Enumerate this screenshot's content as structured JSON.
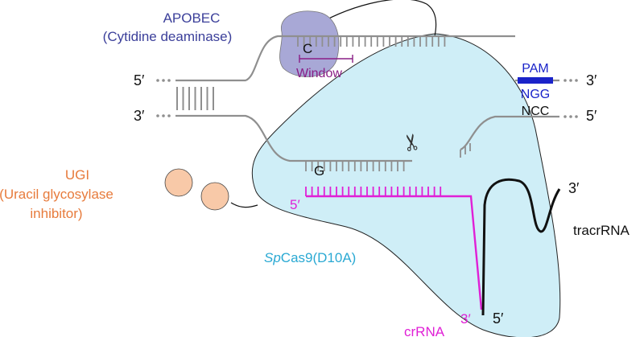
{
  "labels": {
    "apobec_line1": "APOBEC",
    "apobec_line2": "(Cytidine deaminase)",
    "base_c": "C",
    "window": "Window",
    "ugi_line1": "UGI",
    "ugi_line2": "(Uracil glycosylase",
    "ugi_line3": "inhibitor)",
    "base_g": "G",
    "pam": "PAM",
    "ngg": "NGG",
    "ncc": "NCC",
    "five_prime_top_left": "5′",
    "three_prime_bottom_left": "3′",
    "three_prime_top_right": "3′",
    "five_prime_bottom_right": "5′",
    "crrna_five_prime": "5′",
    "crrna_three_prime": "3′",
    "tracr_three_prime": "3′",
    "tracr_five_prime": "5′",
    "tracrrna": "tracrRNA",
    "cas9_italic": "Sp",
    "cas9_rest": "Cas9(D10A)",
    "crrna": "crRNA"
  },
  "icons": {
    "scissors": "✂"
  },
  "colors": {
    "apobec_text": "#3b3f9a",
    "apobec_fill": "#a8a8d6",
    "cas9_fill": "#cfeef7",
    "cas9_text": "#2aa9d3",
    "window": "#8a1e86",
    "crrna": "#e020d6",
    "pam": "#1a23c9",
    "ugi_text": "#e77b3c",
    "ugi_fill": "#f8c9a8",
    "dna": "#8f8f8f",
    "ink": "#111111"
  }
}
